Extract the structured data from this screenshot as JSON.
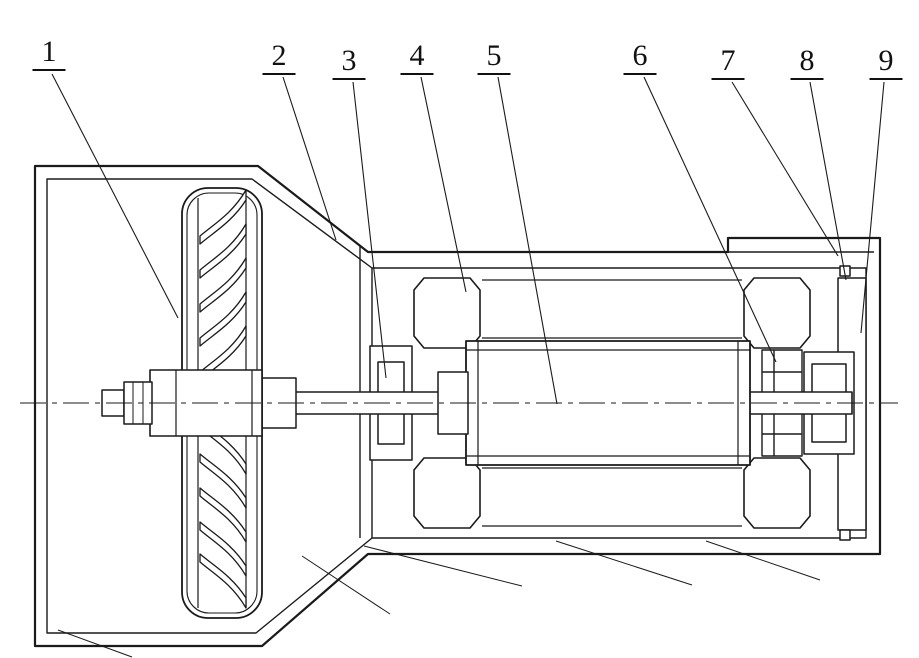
{
  "figure": {
    "colors": {
      "background": "#ffffff",
      "line": "#1a1a1a"
    },
    "callouts": [
      {
        "text": "1"
      },
      {
        "text": "2"
      },
      {
        "text": "3"
      },
      {
        "text": "4"
      },
      {
        "text": "5"
      },
      {
        "text": "6"
      },
      {
        "text": "7"
      },
      {
        "text": "8"
      },
      {
        "text": "9"
      }
    ]
  }
}
